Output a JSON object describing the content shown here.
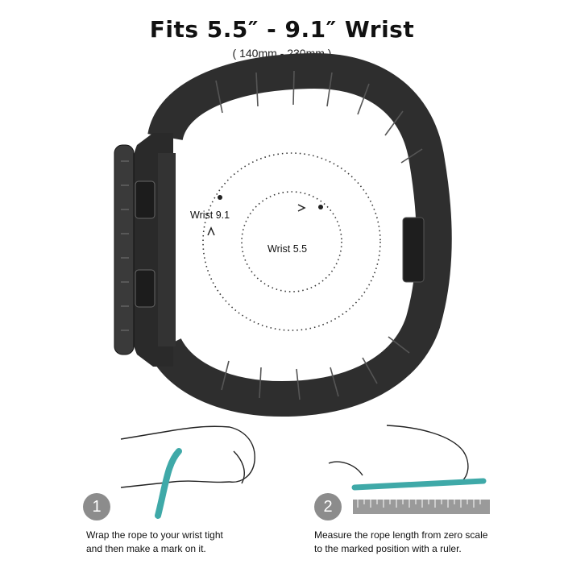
{
  "header": {
    "title": "Fits 5.5″ - 9.1″ Wrist",
    "subtitle": "( 140mm - 230mm )"
  },
  "diagram": {
    "large_circle_label": "Wrist 9.1",
    "small_circle_label": "Wrist 5.5"
  },
  "steps": [
    {
      "number": "1",
      "line1": "Wrap the rope to your wrist tight",
      "line2": "and then make a mark on it."
    },
    {
      "number": "2",
      "line1": "Measure the rope length from zero scale",
      "line2": "to the marked position with a ruler."
    }
  ],
  "colors": {
    "band": "#2e2e2e",
    "rope": "#3fa9a8",
    "badge": "#8c8c8c"
  }
}
